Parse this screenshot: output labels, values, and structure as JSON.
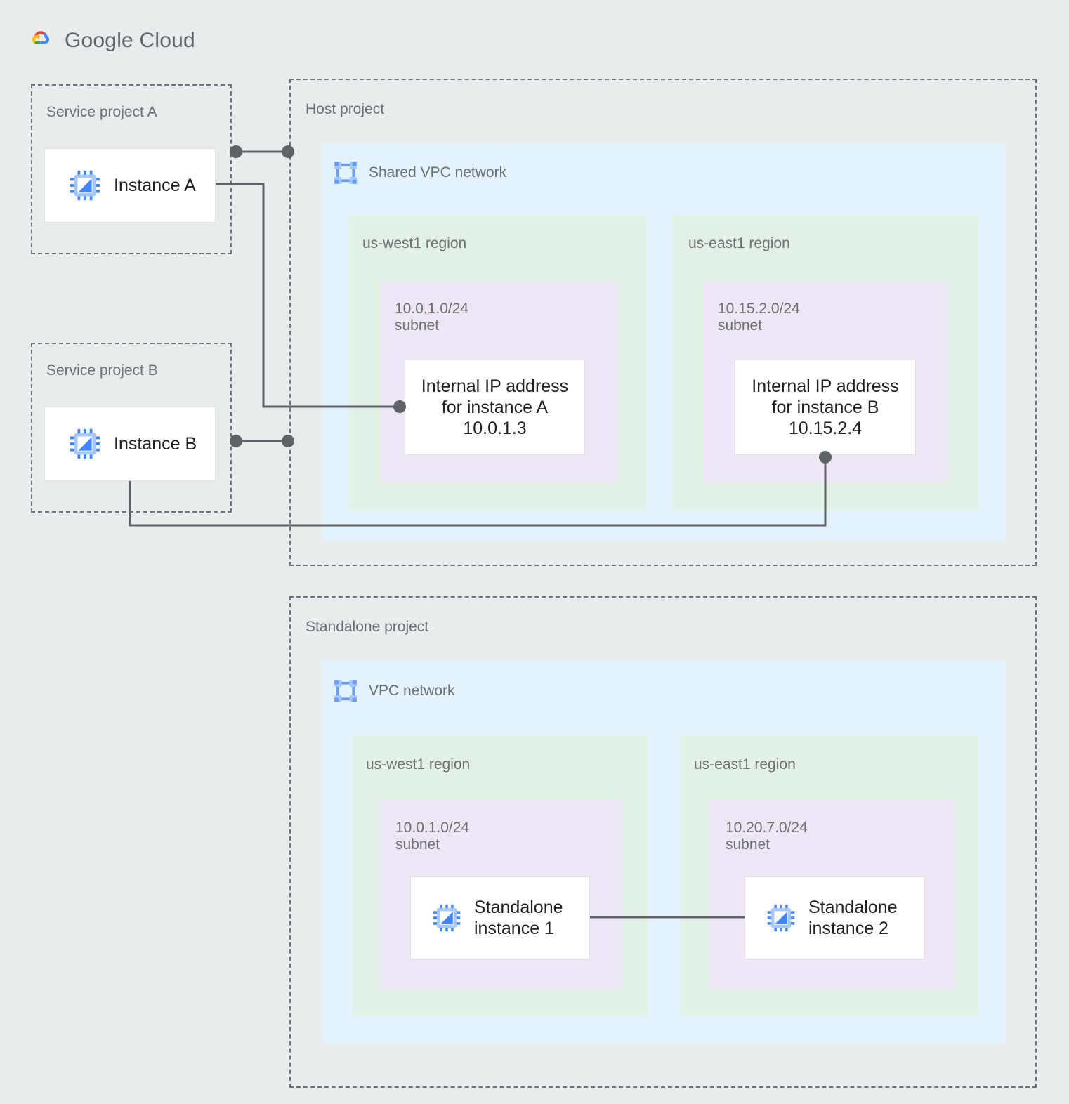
{
  "brand": {
    "name_bold": "Google",
    "name_light": " Cloud",
    "full": "Google Cloud"
  },
  "projects": [
    {
      "id": "service-project-a",
      "label": "Service project A"
    },
    {
      "id": "service-project-b",
      "label": "Service project B"
    },
    {
      "id": "host-project",
      "label": "Host project"
    },
    {
      "id": "standalone-project",
      "label": "Standalone project"
    }
  ],
  "networks": [
    {
      "id": "shared-vpc",
      "label": "Shared VPC network",
      "icon": "vpc-network-icon"
    },
    {
      "id": "vpc",
      "label": "VPC network",
      "icon": "vpc-network-icon"
    }
  ],
  "regions": {
    "host_west": "us-west1 region",
    "host_east": "us-east1 region",
    "stand_west": "us-west1 region",
    "stand_east": "us-east1 region"
  },
  "subnets": {
    "host_west": "10.0.1.0/24\nsubnet",
    "host_east": "10.15.2.0/24\nsubnet",
    "stand_west": "10.0.1.0/24\nsubnet",
    "stand_east": "10.20.7.0/24\nsubnet"
  },
  "instances": {
    "a": {
      "label": "Instance A",
      "icon": "vm-instance-icon"
    },
    "b": {
      "label": "Instance B",
      "icon": "vm-instance-icon"
    },
    "s1": {
      "label": "Standalone\ninstance 1",
      "icon": "vm-instance-icon"
    },
    "s2": {
      "label": "Standalone\ninstance 2",
      "icon": "vm-instance-icon"
    }
  },
  "ip_cards": {
    "a": {
      "text": "Internal IP address\nfor instance A\n10.0.1.3",
      "address": "10.0.1.3"
    },
    "b": {
      "text": "Internal IP address\nfor instance B\n10.15.2.4",
      "address": "10.15.2.4"
    }
  },
  "colors": {
    "page_bg": "#e8eced",
    "vpc": "#e3f2fd",
    "region": "#e2f0e6",
    "subnet": "#eee6f5",
    "card": "#ffffff",
    "dash_border": "#6e7376",
    "wire": "#5f6368",
    "label_text": "#6b7073",
    "body_text": "#202124",
    "icon_blue": "#4285f4",
    "icon_blue_light": "#a8c7fa",
    "google_blue": "#4285f4",
    "google_red": "#ea4335",
    "google_yellow": "#fbbc04",
    "google_green": "#34a853"
  }
}
